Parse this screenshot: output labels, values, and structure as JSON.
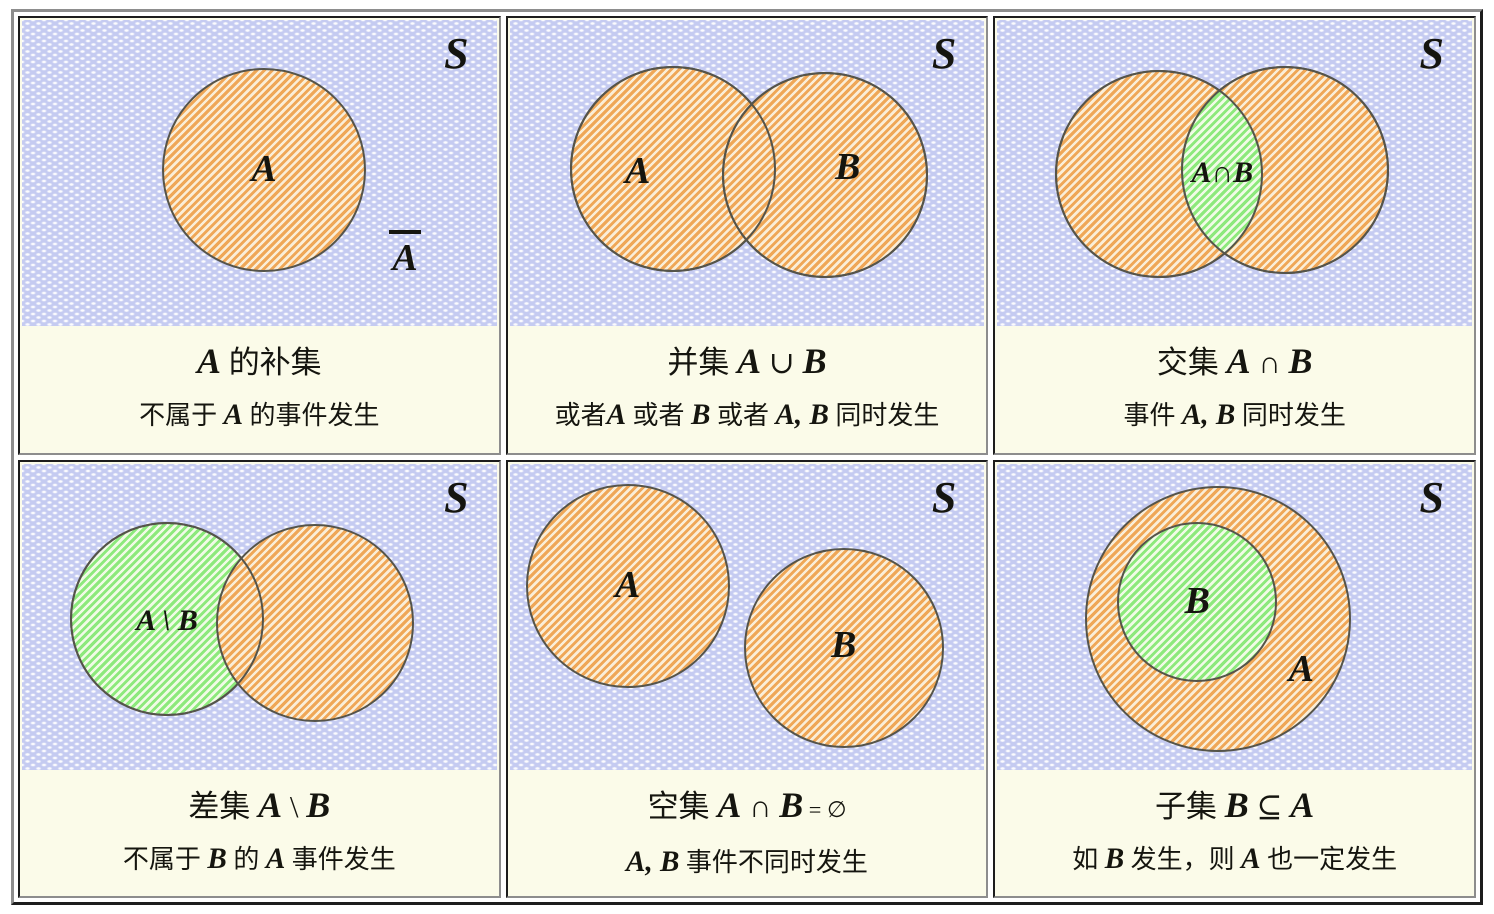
{
  "colors": {
    "universe_bg": "#c5cbf1",
    "orange_stripe": "#efa757",
    "orange_light": "#faeed8",
    "green_stripe": "#8de97c",
    "green_light": "#f1fbe6",
    "circle_outline": "#55544a",
    "caption_bg": "#fbfbe9"
  },
  "panels": [
    {
      "name": "complement",
      "s": "S",
      "circle_a": "A",
      "complement_label": "A",
      "title": [
        {
          "t": "A",
          "m": 1
        },
        {
          "t": " 的补集",
          "m": 0
        }
      ],
      "desc": [
        {
          "t": "不属于 ",
          "m": 0
        },
        {
          "t": "A",
          "m": 1
        },
        {
          "t": " 的事件发生",
          "m": 0
        }
      ]
    },
    {
      "name": "union",
      "s": "S",
      "circle_a": "A",
      "circle_b": "B",
      "title": [
        {
          "t": "并集 ",
          "m": 0
        },
        {
          "t": "A",
          "m": 1
        },
        {
          "t": " ∪ ",
          "m": 0
        },
        {
          "t": "B",
          "m": 1
        }
      ],
      "desc": [
        {
          "t": "或者",
          "m": 0
        },
        {
          "t": "A",
          "m": 1
        },
        {
          "t": " 或者 ",
          "m": 0
        },
        {
          "t": "B",
          "m": 1
        },
        {
          "t": " 或者 ",
          "m": 0
        },
        {
          "t": "A, B",
          "m": 1
        },
        {
          "t": " 同时发生",
          "m": 0
        }
      ]
    },
    {
      "name": "intersection",
      "s": "S",
      "intersection_label": "A∩B",
      "title": [
        {
          "t": "交集 ",
          "m": 0
        },
        {
          "t": "A",
          "m": 1
        },
        {
          "t": " ∩ ",
          "m": 0
        },
        {
          "t": "B",
          "m": 1
        }
      ],
      "desc": [
        {
          "t": "事件 ",
          "m": 0
        },
        {
          "t": "A, B",
          "m": 1
        },
        {
          "t": " 同时发生",
          "m": 0
        }
      ]
    },
    {
      "name": "difference",
      "s": "S",
      "difference_label": "A \\ B",
      "title": [
        {
          "t": "差集 ",
          "m": 0
        },
        {
          "t": "A",
          "m": 1
        },
        {
          "t": " \\ ",
          "m": 0
        },
        {
          "t": "B",
          "m": 1
        }
      ],
      "desc": [
        {
          "t": "不属于 ",
          "m": 0
        },
        {
          "t": "B",
          "m": 1
        },
        {
          "t": " 的 ",
          "m": 0
        },
        {
          "t": "A",
          "m": 1
        },
        {
          "t": " 事件发生",
          "m": 0
        }
      ]
    },
    {
      "name": "disjoint",
      "s": "S",
      "circle_a": "A",
      "circle_b": "B",
      "title": [
        {
          "t": "空集 ",
          "m": 0
        },
        {
          "t": "A",
          "m": 1
        },
        {
          "t": " ∩ ",
          "m": 0
        },
        {
          "t": "B",
          "m": 1
        },
        {
          "t": " = ∅",
          "m": 0
        }
      ],
      "desc": [
        {
          "t": "A, B",
          "m": 1
        },
        {
          "t": " 事件不同时发生",
          "m": 0
        }
      ]
    },
    {
      "name": "subset",
      "s": "S",
      "circle_a": "A",
      "circle_b": "B",
      "title": [
        {
          "t": "子集 ",
          "m": 0
        },
        {
          "t": "B",
          "m": 1
        },
        {
          "t": " ⊆ ",
          "m": 0
        },
        {
          "t": "A",
          "m": 1
        }
      ],
      "desc": [
        {
          "t": "如 ",
          "m": 0
        },
        {
          "t": "B",
          "m": 1
        },
        {
          "t": " 发生，则 ",
          "m": 0
        },
        {
          "t": "A",
          "m": 1
        },
        {
          "t": " 也一定发生",
          "m": 0
        }
      ]
    }
  ]
}
